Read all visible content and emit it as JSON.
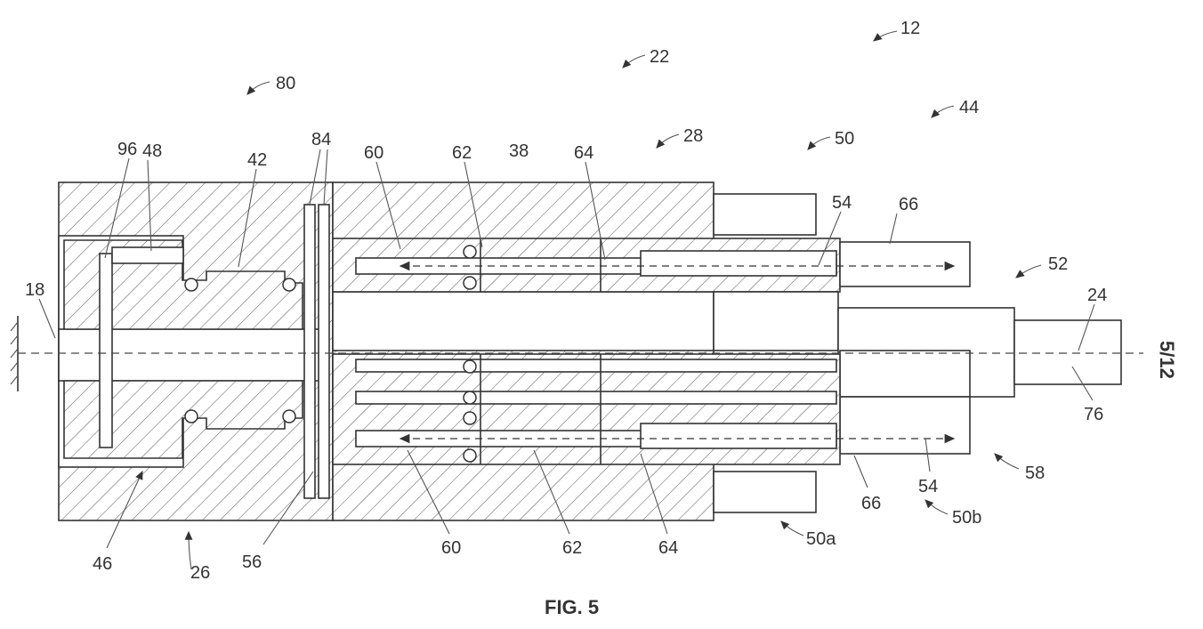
{
  "figure": {
    "caption": "FIG. 5",
    "sheet_number": "5/12",
    "labels": {
      "l12": "12",
      "l22": "22",
      "l80": "80",
      "l44": "44",
      "l28": "28",
      "l50": "50",
      "l96": "96",
      "l48": "48",
      "l42": "42",
      "l84": "84",
      "l60a": "60",
      "l62a": "62",
      "l38": "38",
      "l64a": "64",
      "l54a": "54",
      "l66a": "66",
      "l52": "52",
      "l18": "18",
      "l24": "24",
      "l76": "76",
      "l58": "58",
      "l54b": "54",
      "l66b": "66",
      "l50b": "50b",
      "l50a": "50a",
      "l64b": "64",
      "l62b": "62",
      "l60b": "60",
      "l56": "56",
      "l26": "26",
      "l46": "46"
    }
  }
}
